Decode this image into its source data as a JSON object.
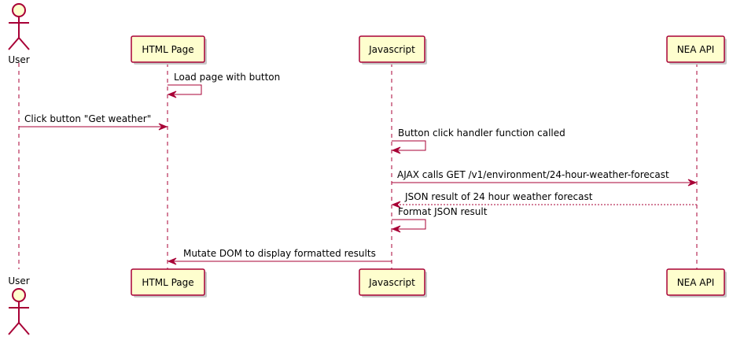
{
  "colors": {
    "line": "#A80036",
    "participant_fill": "#FEFECE",
    "background": "#FFFFFF"
  },
  "participants": [
    {
      "id": "user",
      "name": "User",
      "kind": "actor"
    },
    {
      "id": "html",
      "name": "HTML Page",
      "kind": "participant"
    },
    {
      "id": "js",
      "name": "Javascript",
      "kind": "participant"
    },
    {
      "id": "nea",
      "name": "NEA API",
      "kind": "participant"
    }
  ],
  "messages": [
    {
      "from": "html",
      "to": "html",
      "text": "Load page with button",
      "style": "solid"
    },
    {
      "from": "user",
      "to": "html",
      "text": "Click button \"Get weather\"",
      "style": "solid"
    },
    {
      "from": "js",
      "to": "js",
      "text": "Button click handler function called",
      "style": "solid"
    },
    {
      "from": "js",
      "to": "nea",
      "text": "AJAX calls GET /v1/environment/24-hour-weather-forecast",
      "style": "solid"
    },
    {
      "from": "nea",
      "to": "js",
      "text": "JSON result of 24 hour weather forecast",
      "style": "dashed"
    },
    {
      "from": "js",
      "to": "js",
      "text": "Format JSON result",
      "style": "solid"
    },
    {
      "from": "js",
      "to": "html",
      "text": "Mutate DOM to display formatted results",
      "style": "solid"
    }
  ]
}
